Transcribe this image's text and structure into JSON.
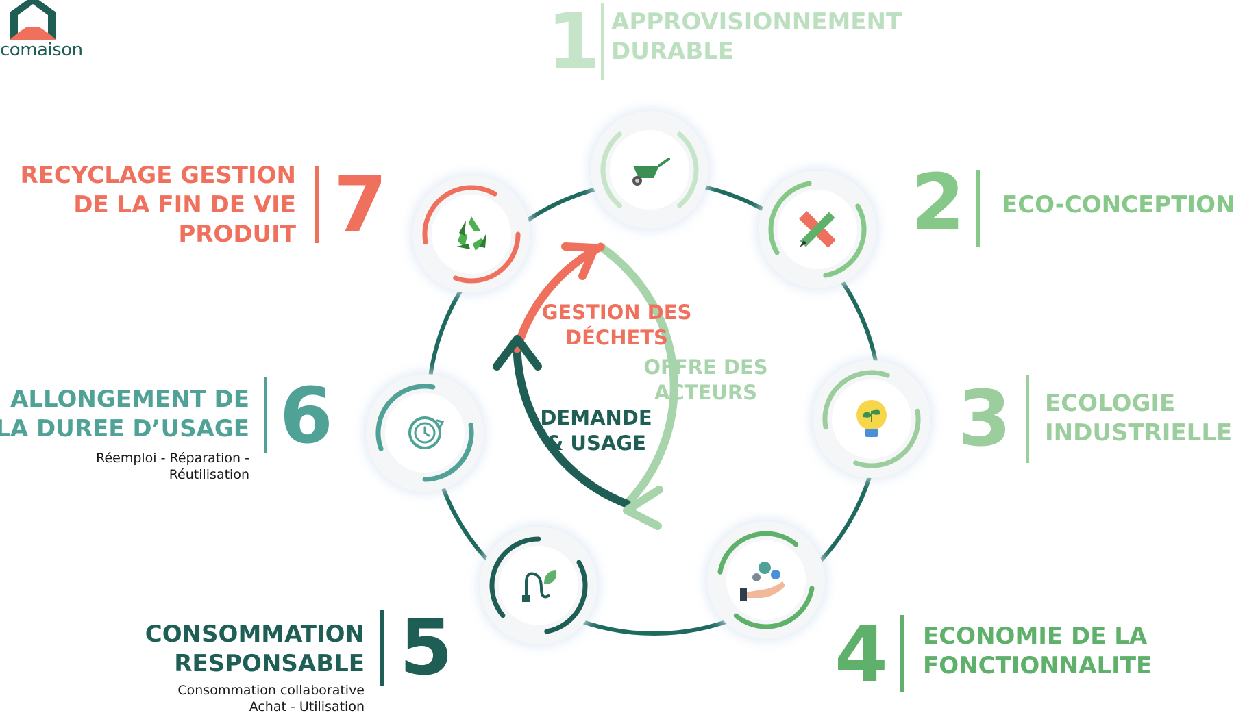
{
  "logo": {
    "text": "comaison"
  },
  "colors": {
    "dark_green": "#1e5e55",
    "teal": "#4fa295",
    "mid_green": "#5fb06a",
    "light_green": "#a8d4ac",
    "coral": "#ef705d",
    "circle_teal": "#1e6a5f"
  },
  "steps": [
    {
      "number": "1",
      "lines": [
        "APPROVISIONNEMENT",
        "DURABLE"
      ],
      "icon": "wheelbarrow-icon"
    },
    {
      "number": "2",
      "lines": [
        "ECO-CONCEPTION"
      ],
      "icon": "pencil-ruler-icon"
    },
    {
      "number": "3",
      "lines": [
        "ECOLOGIE",
        "INDUSTRIELLE"
      ],
      "icon": "lightbulb-plant-icon"
    },
    {
      "number": "4",
      "lines": [
        "ECONOMIE DE LA",
        "FONCTIONNALITE"
      ],
      "icon": "hand-gears-icon"
    },
    {
      "number": "5",
      "lines": [
        "CONSOMMATION",
        "RESPONSABLE"
      ],
      "sub": [
        "Consommation collaborative",
        "Achat - Utilisation"
      ],
      "icon": "plug-leaf-icon"
    },
    {
      "number": "6",
      "lines": [
        "ALLONGEMENT DE",
        "LA DUREE D’USAGE"
      ],
      "sub": [
        "Réemploi - Réparation -",
        "Réutilisation"
      ],
      "icon": "clock-refresh-icon"
    },
    {
      "number": "7",
      "lines": [
        "RECYCLAGE GESTION",
        "DE LA FIN DE VIE",
        "PRODUIT"
      ],
      "icon": "recycle-icon"
    }
  ],
  "center": {
    "waste": [
      "GESTION DES",
      "DÉCHETS"
    ],
    "offer": [
      "OFFRE DES",
      "ACTEURS"
    ],
    "demand": [
      "DEMANDE",
      "& USAGE"
    ]
  }
}
